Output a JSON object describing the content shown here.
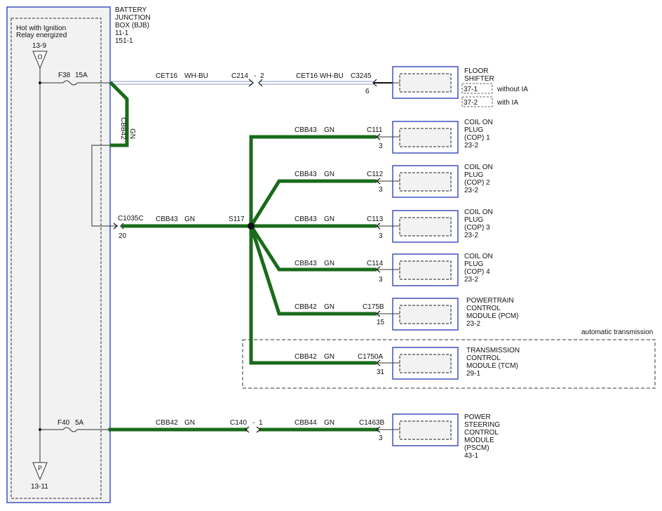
{
  "bjb": {
    "title": [
      "BATTERY",
      "JUNCTION",
      "BOX (BJB)",
      "11-1",
      "151-1"
    ],
    "label": [
      "Hot with Ignition",
      "Relay energized"
    ],
    "top_ref": "13-9",
    "top_letter": "O",
    "bottom_ref": "13-11",
    "bottom_letter": "P",
    "fuse1": {
      "name": "F38",
      "rating": "15A"
    },
    "fuse2": {
      "name": "F40",
      "rating": "5A"
    }
  },
  "shifter_circuit": {
    "wire1": "CET16",
    "wire1_color": "WH-BU",
    "inline_conn": "C214",
    "inline_pin": "2",
    "wire2": "CET16 WH-BU",
    "conn": "C3245",
    "pin": "6",
    "component": [
      "FLOOR",
      "SHIFTER"
    ],
    "variants": [
      {
        "ref": "37-1",
        "note": "without IA"
      },
      {
        "ref": "37-2",
        "note": "with IA"
      }
    ]
  },
  "feed": {
    "vertical_wire": "CBB42",
    "vertical_color": "GN",
    "conn": "C1035C",
    "pin": "20",
    "wire": "CBB43",
    "color": "GN",
    "splice": "S117"
  },
  "branches": [
    {
      "wire": "CBB43",
      "color": "GN",
      "conn": "C111",
      "pin": "3",
      "component": [
        "COIL ON",
        "PLUG",
        "(COP) 1",
        "23-2"
      ]
    },
    {
      "wire": "CBB43",
      "color": "GN",
      "conn": "C112",
      "pin": "3",
      "component": [
        "COIL ON",
        "PLUG",
        "(COP) 2",
        "23-2"
      ]
    },
    {
      "wire": "CBB43",
      "color": "GN",
      "conn": "C113",
      "pin": "3",
      "component": [
        "COIL ON",
        "PLUG",
        "(COP) 3",
        "23-2"
      ]
    },
    {
      "wire": "CBB43",
      "color": "GN",
      "conn": "C114",
      "pin": "3",
      "component": [
        "COIL ON",
        "PLUG",
        "(COP) 4",
        "23-2"
      ]
    },
    {
      "wire": "CBB42",
      "color": "GN",
      "conn": "C175B",
      "pin": "15",
      "component": [
        "POWERTRAIN",
        "CONTROL",
        "MODULE (PCM)",
        "23-2"
      ]
    },
    {
      "wire": "CBB42",
      "color": "GN",
      "conn": "C1750A",
      "pin": "31",
      "component": [
        "TRANSMISSION",
        "CONTROL",
        "MODULE (TCM)",
        "29-1"
      ]
    }
  ],
  "region_label": "automatic transmission",
  "pscm_circuit": {
    "wire1": "CBB42",
    "wire1_color": "GN",
    "inline_conn": "C140",
    "inline_pin": "1",
    "wire2": "CBB44",
    "wire2_color": "GN",
    "conn": "C1463B",
    "pin": "3",
    "component": [
      "POWER",
      "STEERING",
      "CONTROL",
      "MODULE",
      "(PSCM)",
      "43-1"
    ]
  },
  "colors": {
    "wire_green": "#1a6b1a",
    "box_blue": "#3344bb",
    "wire_whbu": "#8899cc"
  }
}
